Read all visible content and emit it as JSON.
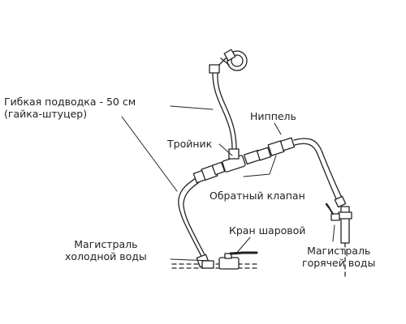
{
  "labels": {
    "flex_hose_line1": "Гибкая подводка - 50 см",
    "flex_hose_line2": "(гайка-штуцер)",
    "nipple": "Ниппель",
    "tee": "Тройник",
    "check_valve": "Обратный клапан",
    "ball_valve": "Кран шаровой",
    "cold_main_line1": "Магистраль",
    "cold_main_line2": "холодной воды",
    "hot_main_line1": "Магистраль",
    "hot_main_line2": "горячей воды"
  },
  "colors": {
    "line": "#222222",
    "text": "#222222",
    "background": "#ffffff"
  }
}
